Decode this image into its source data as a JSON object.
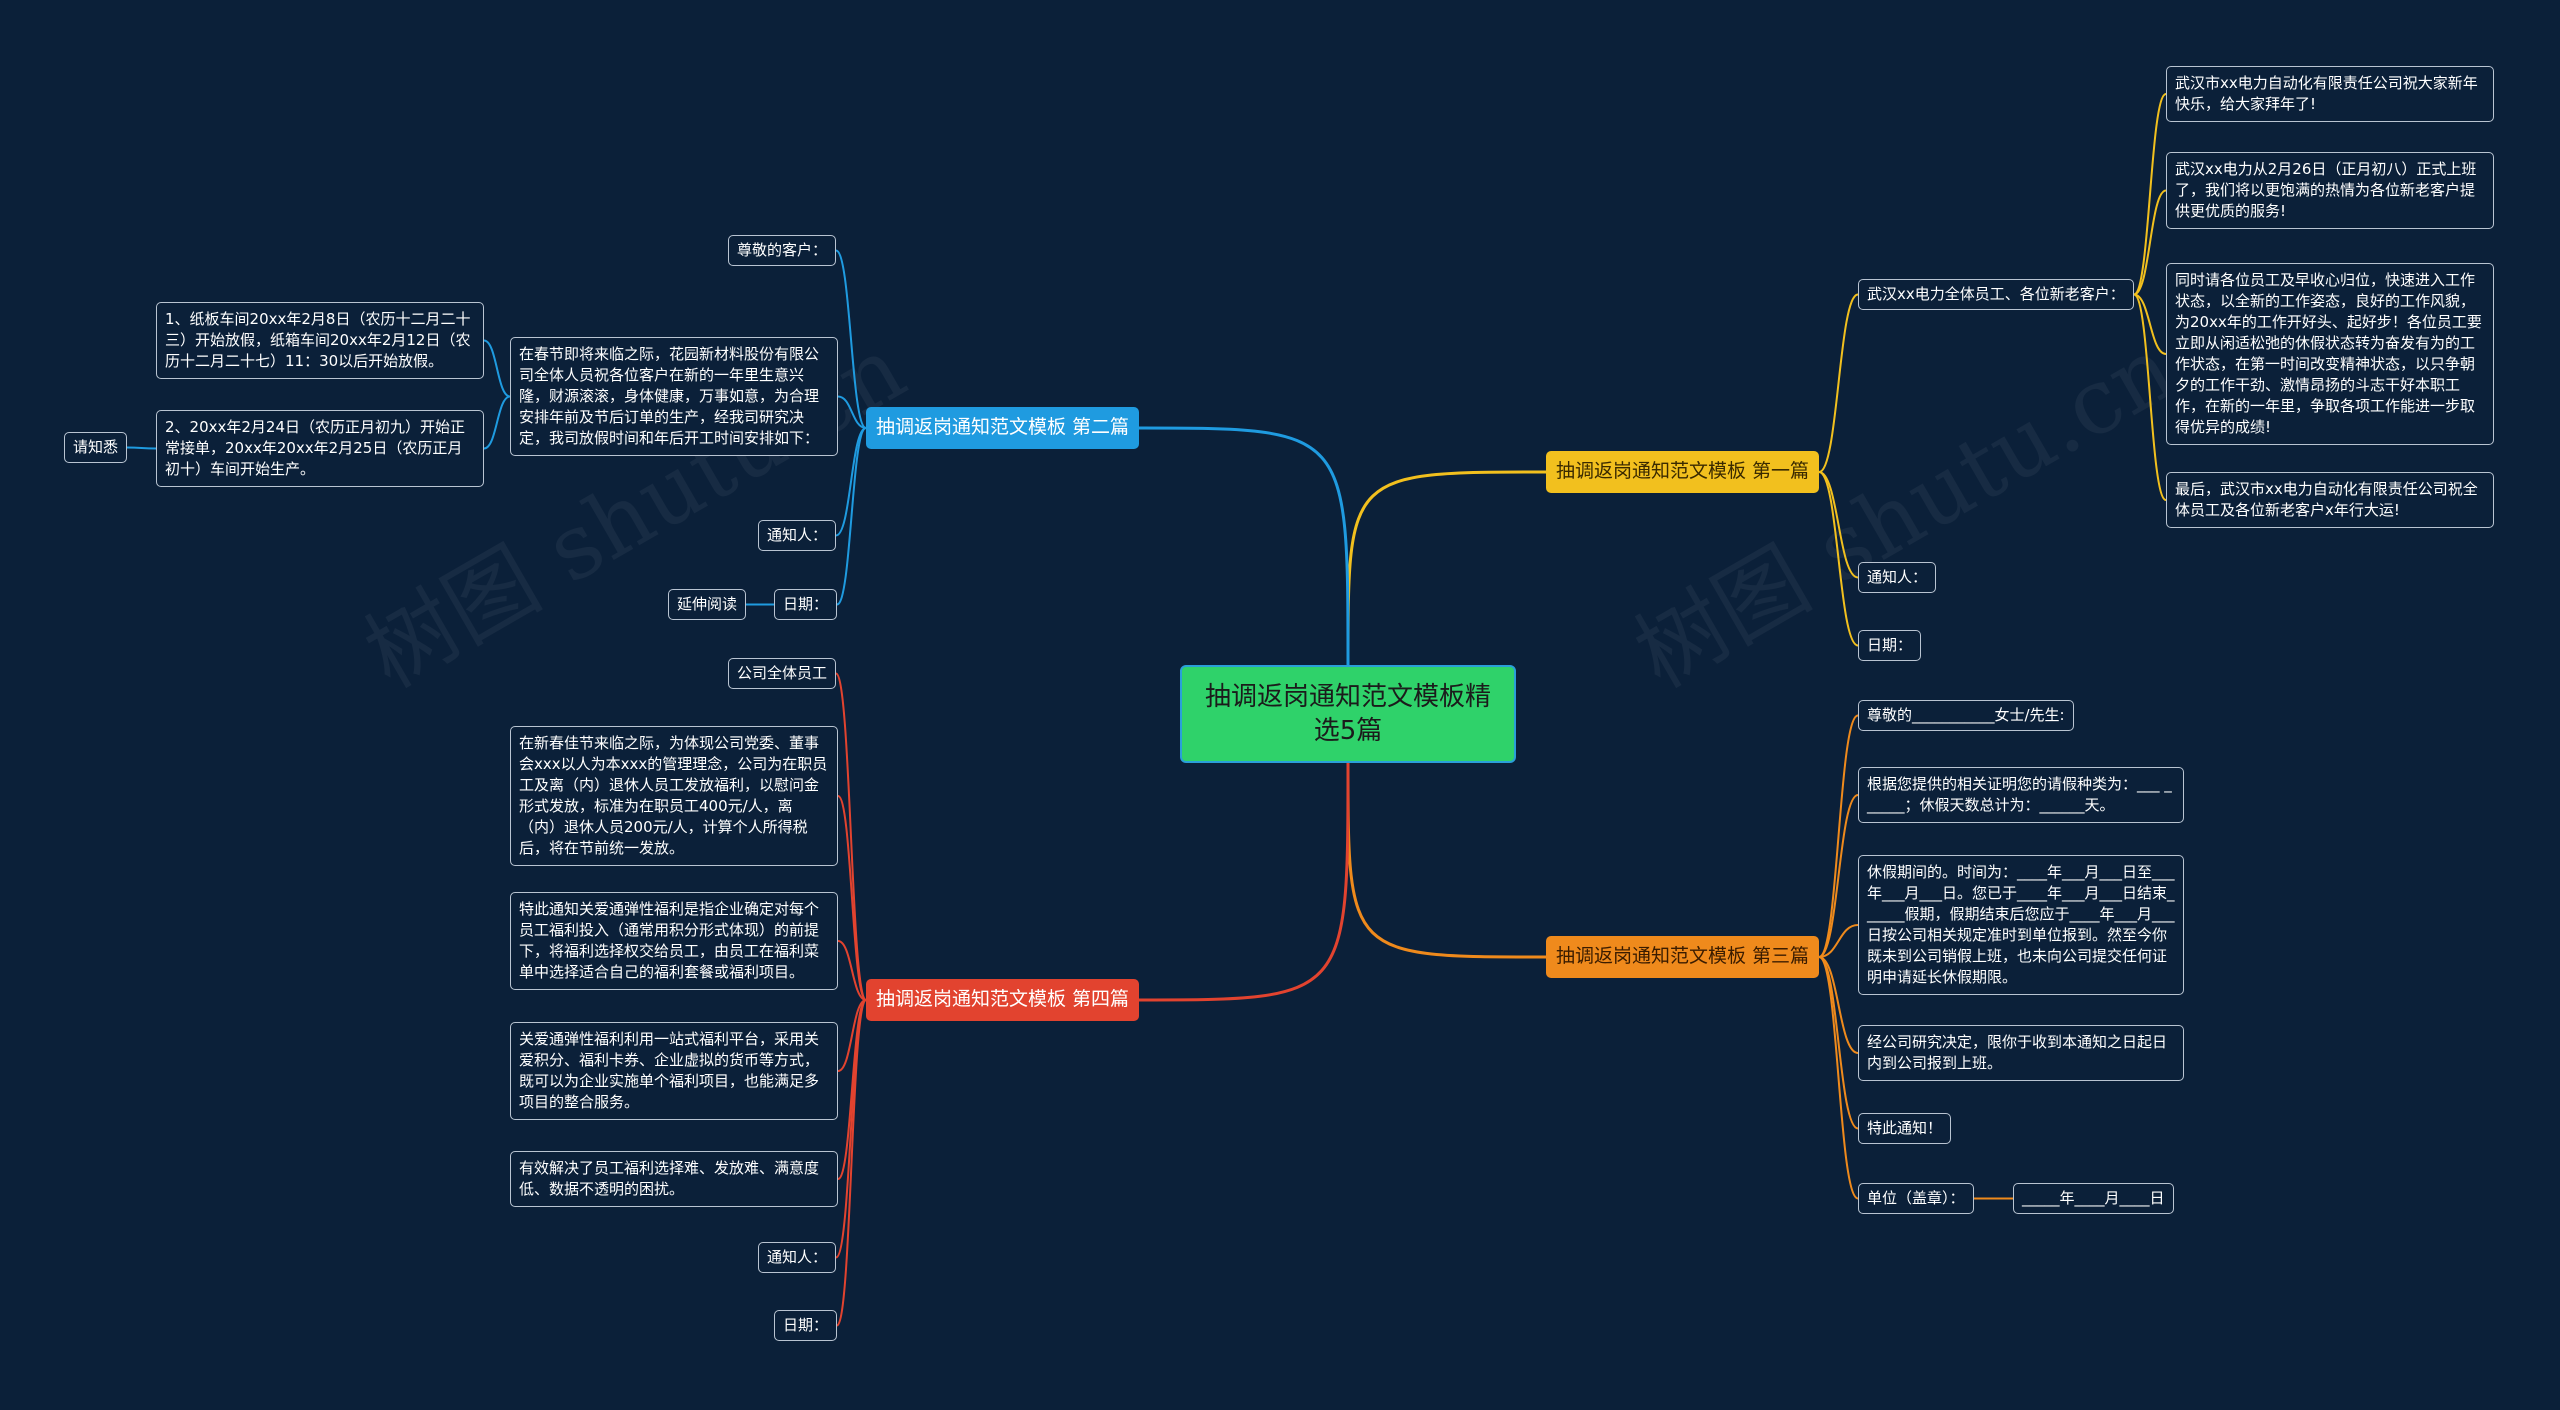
{
  "colors": {
    "background": "#0b2039",
    "root_fill": "#2fd26a",
    "branch1": "#f2c01e",
    "branch2": "#1f9be0",
    "branch3": "#ef8a1c",
    "branch4": "#e2432f",
    "box_border": "#b9c4d2"
  },
  "root": {
    "label": "抽调返岗通知范文模板精选5篇"
  },
  "branch1": {
    "label": "抽调返岗通知范文模板 第一篇",
    "greeting": "武汉xx电力全体员工、各位新老客户：",
    "para1": "武汉市xx电力自动化有限责任公司祝大家新年快乐，给大家拜年了!",
    "para2": "武汉xx电力从2月26日（正月初八）正式上班了，我们将以更饱满的热情为各位新老客户提供更优质的服务!",
    "para3": "同时请各位员工及早收心归位，快速进入工作状态，以全新的工作姿态，良好的工作风貌，为20xx年的工作开好头、起好步！各位员工要立即从闲适松弛的休假状态转为奋发有为的工作状态，在第一时间改变精神状态，以只争朝夕的工作干劲、激情昂扬的斗志干好本职工作，在新的一年里，争取各项工作能进一步取得优异的成绩!",
    "para4": "最后，武汉市xx电力自动化有限责任公司祝全体员工及各位新老客户x年行大运!",
    "notifier": "通知人：",
    "date": "日期："
  },
  "branch2": {
    "label": "抽调返岗通知范文模板 第二篇",
    "greeting": "尊敬的客户：",
    "main": "在春节即将来临之际，花园新材料股份有限公司全体人员祝各位客户在新的一年里生意兴隆，财源滚滚，身体健康，万事如意，为合理安排年前及节后订单的生产，经我司研究决定，我司放假时间和年后开工时间安排如下：",
    "item1": "1、纸板车间20xx年2月8日（农历十二月二十三）开始放假，纸箱车间20xx年2月12日（农历十二月二十七）11：30以后开始放假。",
    "item2": "2、20xx年2月24日（农历正月初九）开始正常接单，20xx年20xx年2月25日（农历正月初十）车间开始生产。",
    "note": "请知悉",
    "notifier": "通知人：",
    "date": "日期：",
    "more": "延伸阅读"
  },
  "branch3": {
    "label": "抽调返岗通知范文模板 第三篇",
    "greeting": "尊敬的___________女士/先生:",
    "p1": "根据您提供的相关证明您的请假种类为：___ ______；休假天数总计为：______天。",
    "p2": "休假期间的。时间为：____年___月___日至___年___月___日。您已于____年___月___日结束______假期，假期结束后您应于____年___月___日按公司相关规定准时到单位报到。然至今你既未到公司销假上班，也未向公司提交任何证明申请延长休假期限。",
    "p3": "经公司研究决定，限你于收到本通知之日起日内到公司报到上班。",
    "p4": "特此通知！",
    "unit": "单位（盖章）：",
    "unit_date": "_____年____月____日"
  },
  "branch4": {
    "label": "抽调返岗通知范文模板 第四篇",
    "greeting": "公司全体员工",
    "p1": "在新春佳节来临之际，为体现公司党委、董事会xxx以人为本xxx的管理理念，公司为在职员工及离（内）退休人员工发放福利，以慰问金形式发放，标准为在职员工400元/人，离（内）退休人员200元/人，计算个人所得税后，将在节前统一发放。",
    "p2": "特此通知关爱通弹性福利是指企业确定对每个员工福利投入（通常用积分形式体现）的前提下，将福利选择权交给员工，由员工在福利菜单中选择适合自己的福利套餐或福利项目。",
    "p3": "关爱通弹性福利利用一站式福利平台，采用关爱积分、福利卡券、企业虚拟的货币等方式，既可以为企业实施单个福利项目，也能满足多项目的整合服务。",
    "p4": "有效解决了员工福利选择难、发放难、满意度低、数据不透明的困扰。",
    "notifier": "通知人：",
    "date": "日期："
  },
  "watermark": {
    "text": "树图 shutu.cn"
  }
}
